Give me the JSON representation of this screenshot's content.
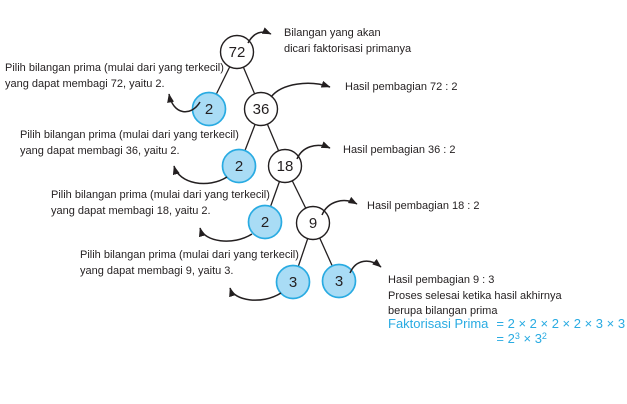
{
  "colors": {
    "accent": "#29ABE2",
    "node_fill": "#A9DCF5",
    "node_stroke": "#29ABE2",
    "ink": "#231F20"
  },
  "tree": {
    "nodes": [
      {
        "label": "72"
      },
      {
        "label": "2"
      },
      {
        "label": "36"
      },
      {
        "label": "2"
      },
      {
        "label": "18"
      },
      {
        "label": "2"
      },
      {
        "label": "9"
      },
      {
        "label": "3"
      },
      {
        "label": "3"
      }
    ]
  },
  "left_notes": [
    {
      "line1": "Pilih bilangan prima (mulai dari yang terkecil)",
      "line2": "yang dapat membagi 72, yaitu 2."
    },
    {
      "line1": "Pilih bilangan prima (mulai dari yang terkecil)",
      "line2": "yang dapat membagi 36, yaitu 2."
    },
    {
      "line1": "Pilih bilangan prima (mulai dari yang terkecil)",
      "line2": "yang dapat membagi 18, yaitu 2."
    },
    {
      "line1": "Pilih bilangan prima (mulai dari yang terkecil)",
      "line2": "yang dapat membagi 9, yaitu 3."
    }
  ],
  "right_notes": [
    {
      "line1": "Bilangan yang akan",
      "line2": "dicari faktorisasi primanya"
    },
    {
      "line1": "Hasil pembagian 72 : 2"
    },
    {
      "line1": "Hasil pembagian 36 : 2"
    },
    {
      "line1": "Hasil pembagian 18 : 2"
    },
    {
      "line1": "Hasil pembagian 9 : 3",
      "line2": "Proses selesai ketika hasil akhirnya",
      "line3": "berupa bilangan prima"
    }
  ],
  "result": {
    "label": "Faktorisasi Prima",
    "expanded": "= 2 × 2 × 2 × 2 × 3 × 3",
    "power_p1": "= 2",
    "power_sup1": "3",
    "power_p2": " × 3",
    "power_sup2": "2"
  }
}
